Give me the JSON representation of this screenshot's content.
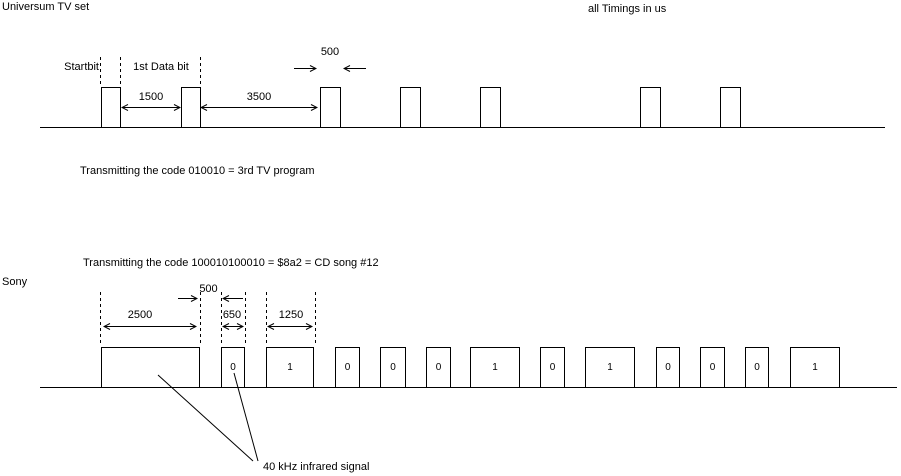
{
  "header": {
    "units_note": "all Timings in us"
  },
  "colors": {
    "ink": "#000000",
    "background": "#ffffff"
  },
  "universum": {
    "title": "Universum TV set",
    "startbit_label": "Startbit",
    "first_databit_label": "1st Data bit",
    "gap_zero_us": "1500",
    "gap_one_us": "3500",
    "pulse_width_us": "500",
    "caption": "Transmitting the code 010010 = 3rd TV program"
  },
  "sony": {
    "title": "Sony",
    "caption": "Transmitting the code 100010100010 = $8a2 = CD song #12",
    "gap_us": "500",
    "start_pulse_us": "2500",
    "zero_pulse_us": "650",
    "one_pulse_us": "1250",
    "bits": [
      "0",
      "1",
      "0",
      "0",
      "0",
      "1",
      "0",
      "1",
      "0",
      "0",
      "0",
      "1"
    ],
    "annotation": "40 kHz infrared signal"
  }
}
